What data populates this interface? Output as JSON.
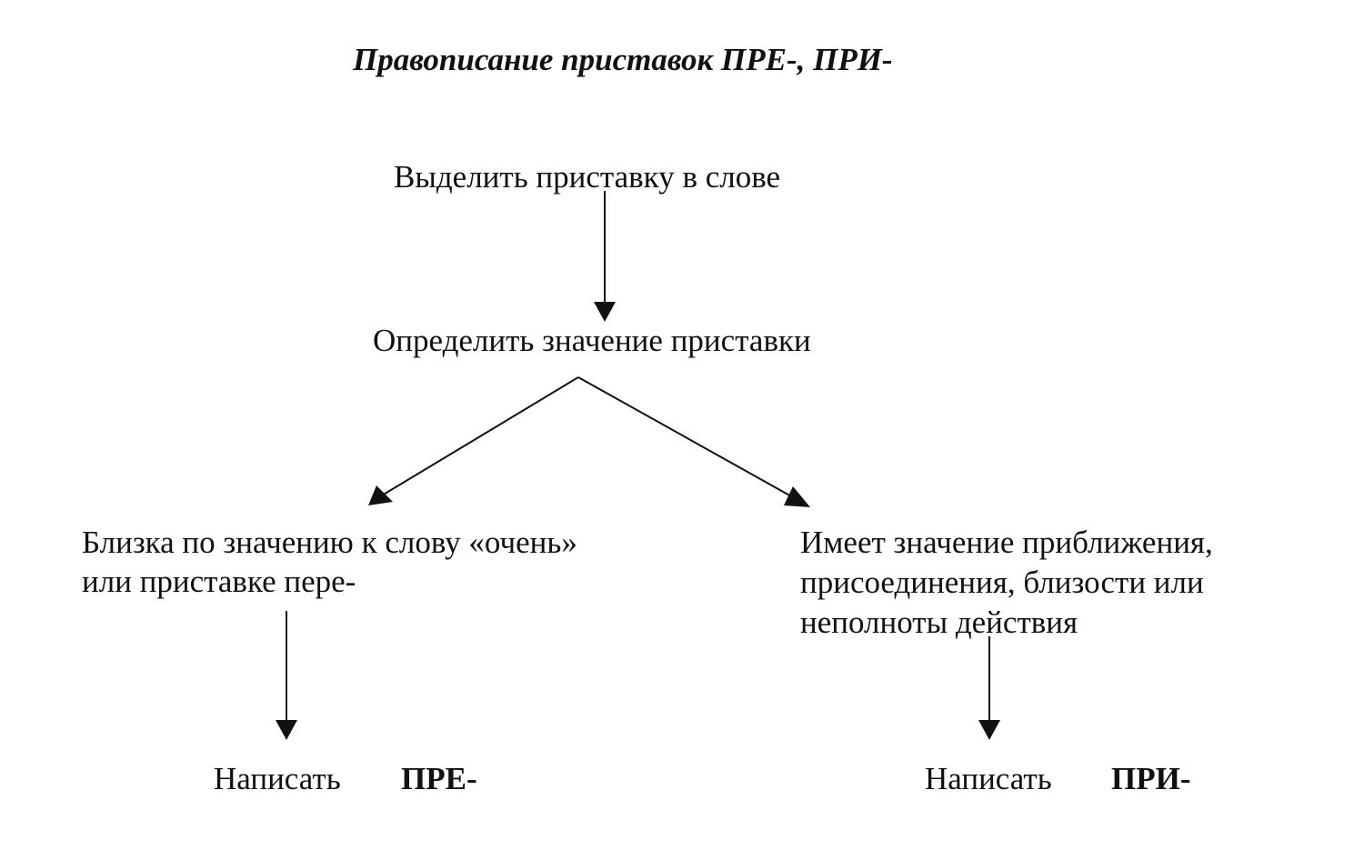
{
  "title": "Правописание приставок ПРЕ-, ПРИ-",
  "nodes": {
    "step1": "Выделить приставку в слове",
    "step2": "Определить значение приставки",
    "left_branch": {
      "line1": "Близка по значению к слову «очень»",
      "line2": "или приставке пере-"
    },
    "right_branch": {
      "line1": "Имеет значение приближения,",
      "line2": "присоединения, близости или",
      "line3": "неполноты действия"
    },
    "result_left": {
      "verb": "Написать",
      "prefix": "ПРЕ-"
    },
    "result_right": {
      "verb": "Написать",
      "prefix": "ПРИ-"
    }
  },
  "colors": {
    "ink": "#111111",
    "background": "#ffffff"
  }
}
